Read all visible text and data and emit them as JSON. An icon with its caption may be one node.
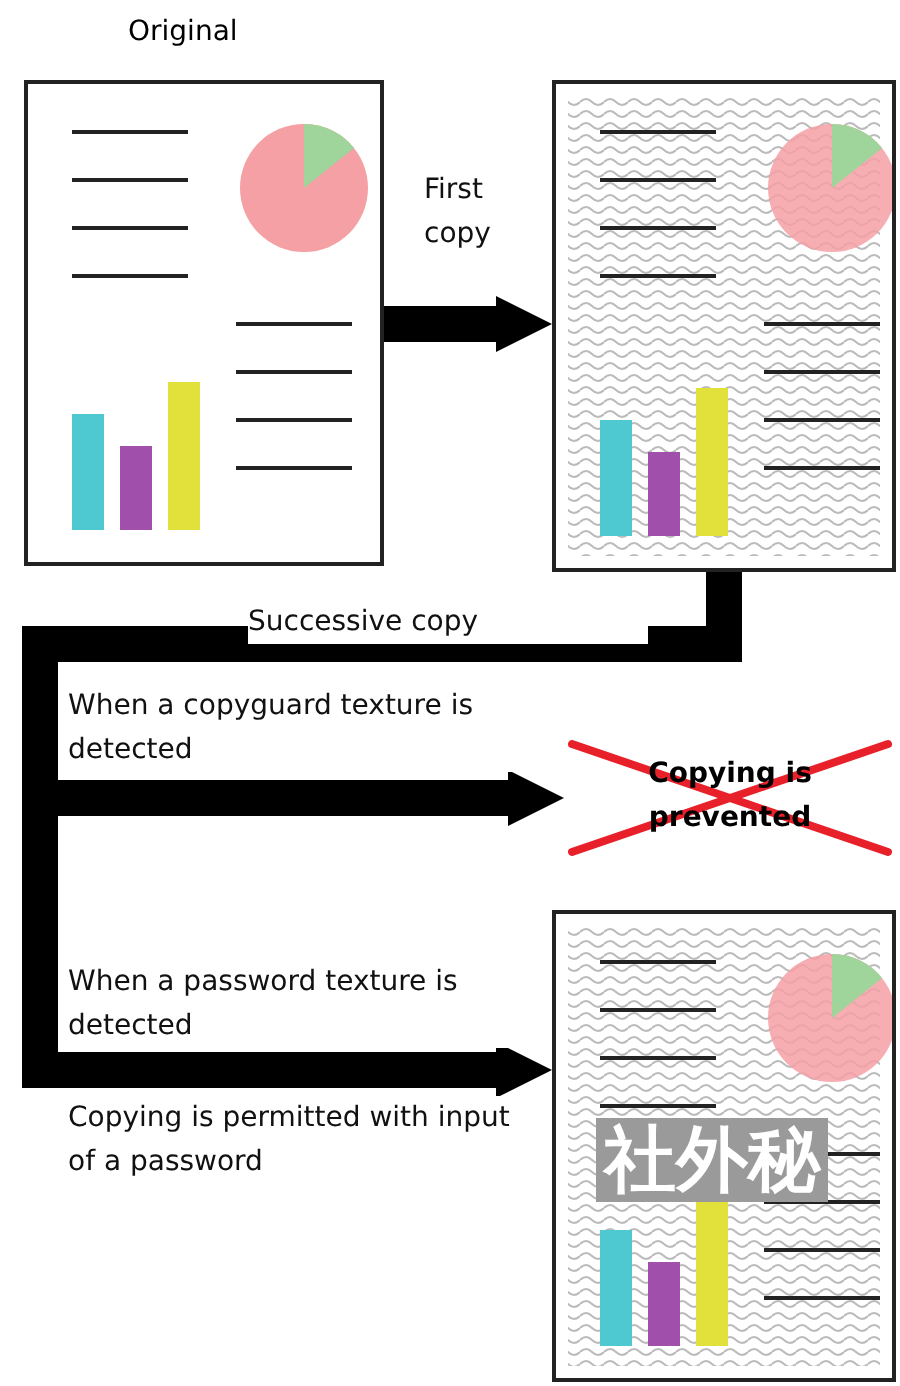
{
  "diagram": {
    "nodes": [
      {
        "text": [
          "Original"
        ]
      },
      {
        "text": [],
        "shape": "picture"
      },
      {
        "text": [
          "Copying is prevented"
        ]
      },
      {
        "text": [
          "社外秘"
        ]
      }
    ],
    "edges": [
      {
        "from": 0,
        "to": 1,
        "arrow": "to",
        "label": "First copy"
      },
      {
        "from": 1,
        "to": 2,
        "arrow": "to",
        "label": "When a copyguard texture is detected"
      },
      {
        "from": 1,
        "to": 3,
        "arrow": "to",
        "label": "When a password texture is detected"
      }
    ],
    "labels": [
      "Successive copy",
      "Copying is permitted with input of a password"
    ]
  }
}
